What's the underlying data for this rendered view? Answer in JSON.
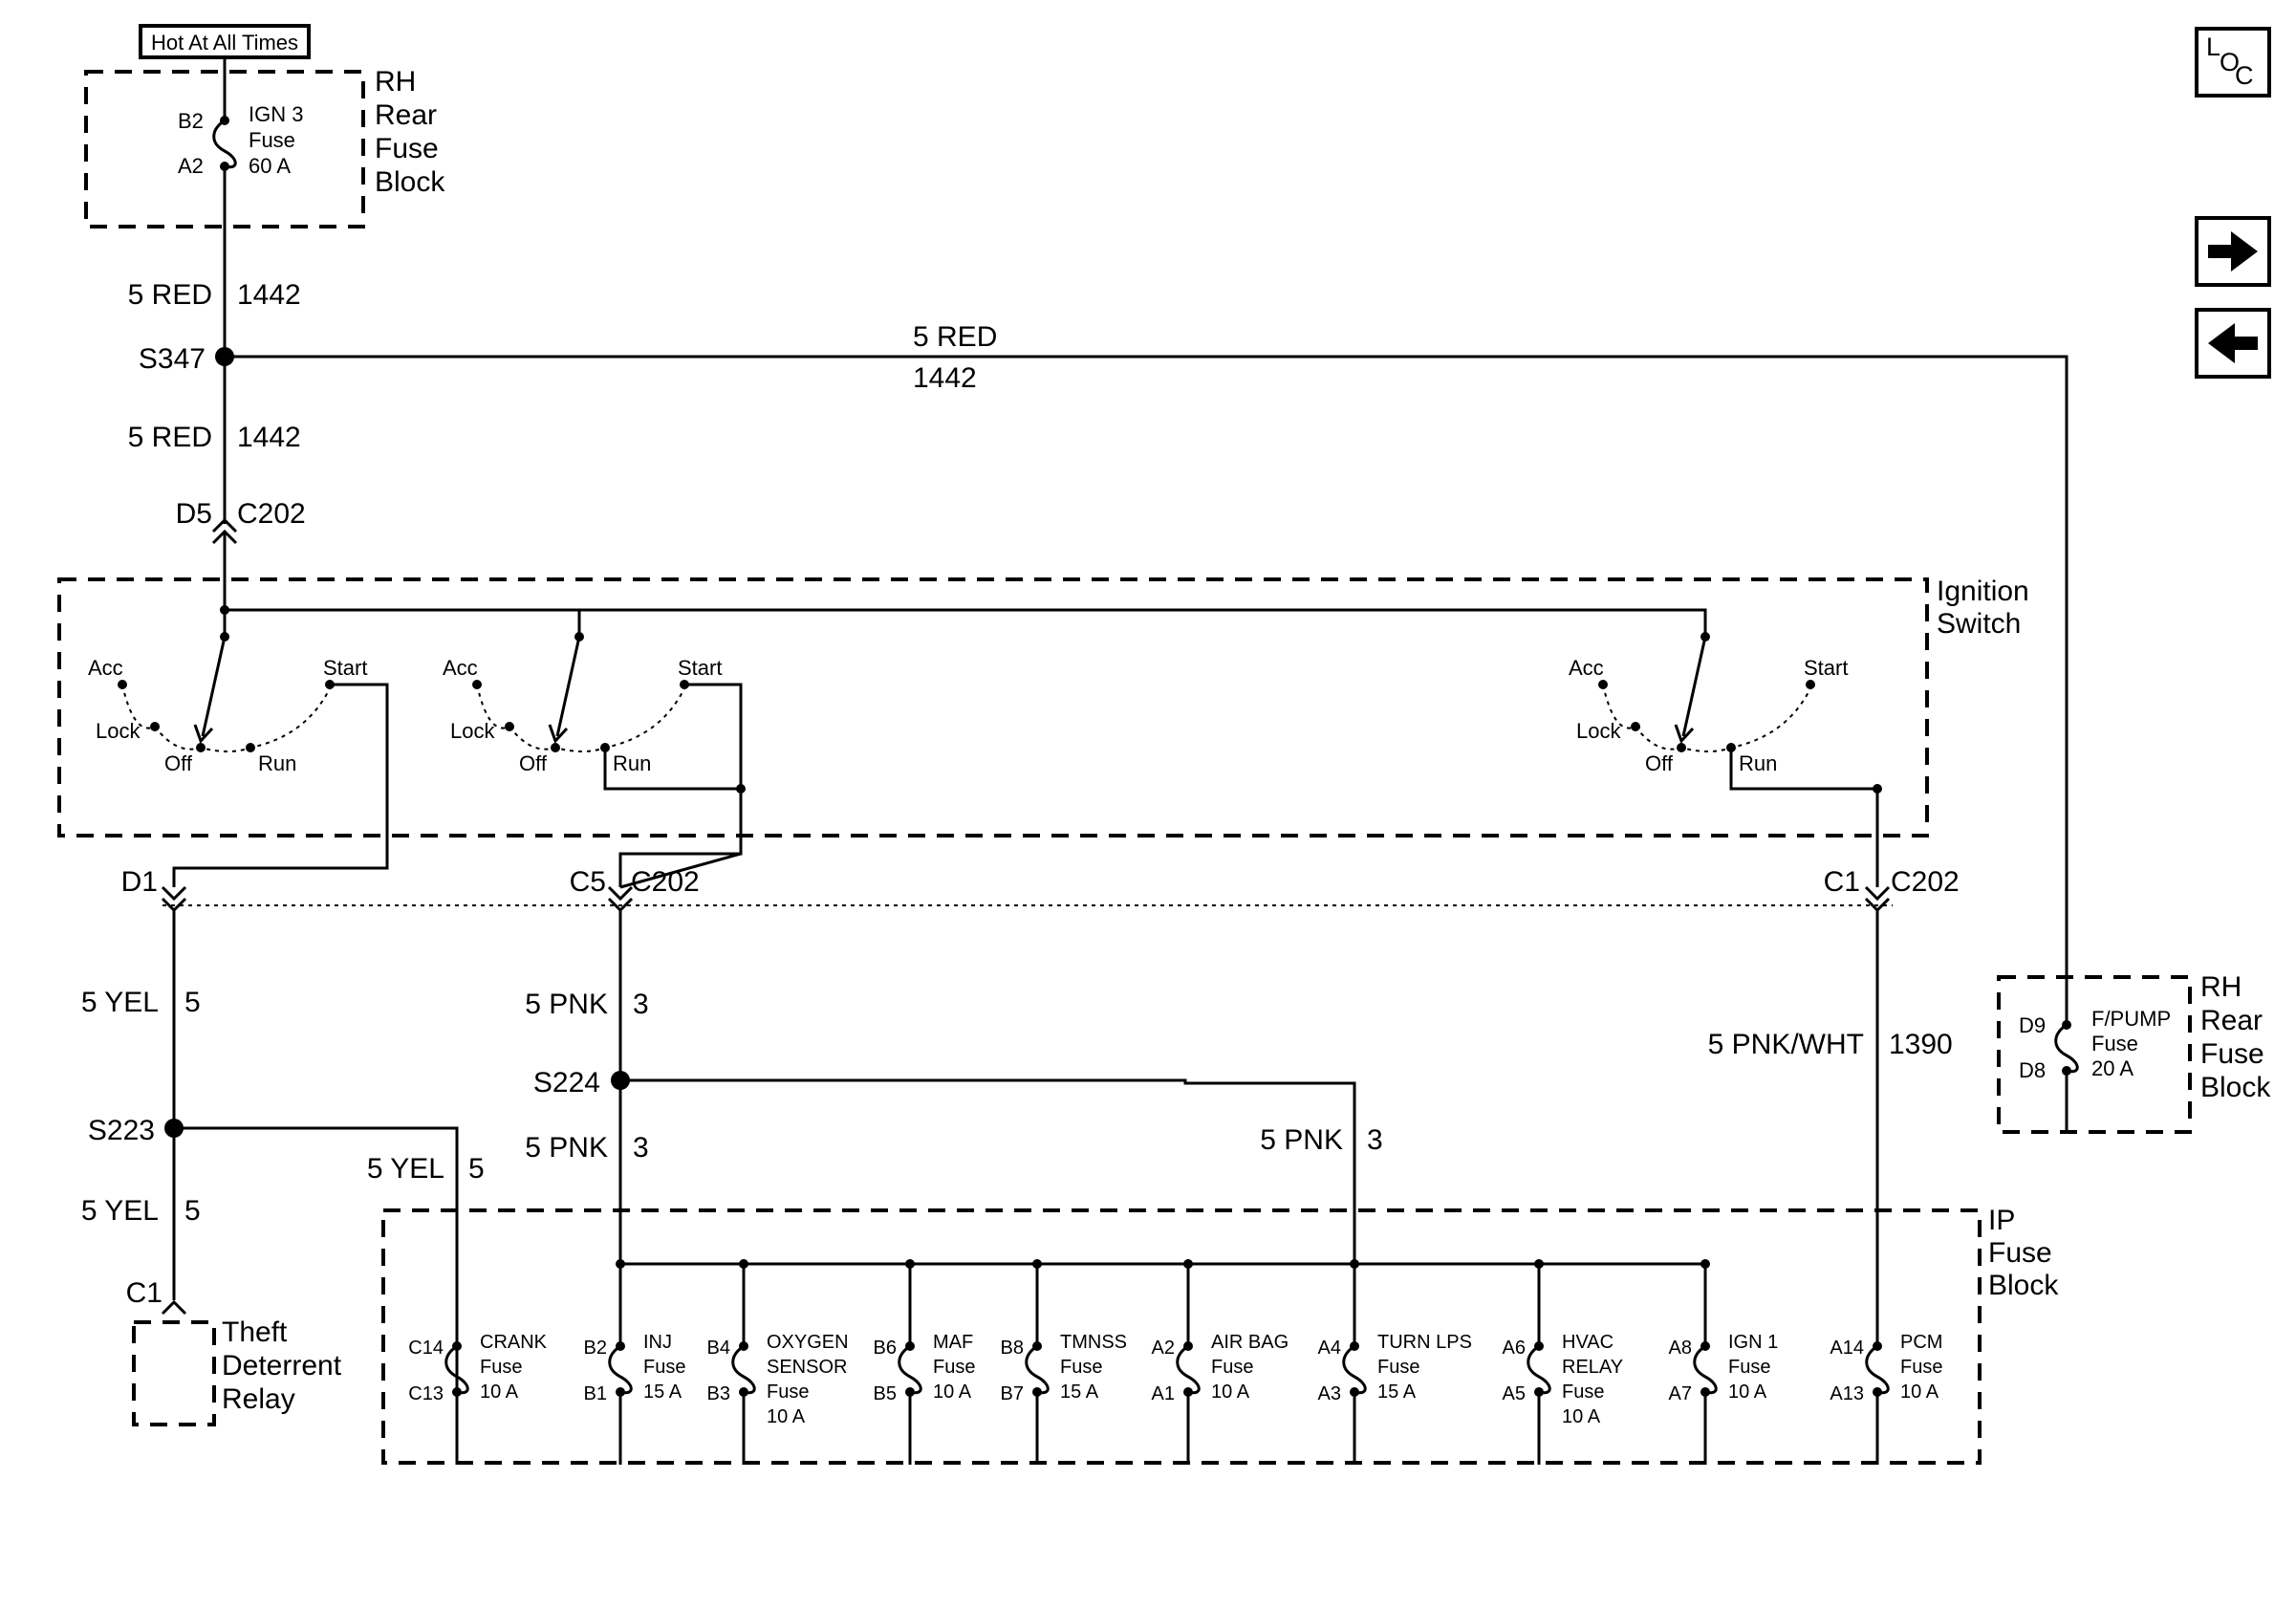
{
  "hot_label": "Hot At All Times",
  "nav": {
    "loc_l": "L",
    "loc_o": "O",
    "loc_c": "C"
  },
  "rear_fuse_top": {
    "name_1": "RH",
    "name_2": "Rear",
    "name_3": "Fuse",
    "name_4": "Block",
    "pin_top": "B2",
    "pin_bot": "A2",
    "fuse_1": "IGN 3",
    "fuse_2": "Fuse",
    "fuse_3": "60 A"
  },
  "wire_1442": {
    "upper_color": "5 RED",
    "upper_circuit": "1442",
    "branch_color": "5 RED",
    "branch_circuit": "1442",
    "lower_color": "5 RED",
    "lower_circuit": "1442"
  },
  "splice_s347": "S347",
  "conn_d5": {
    "pin": "D5",
    "conn": "C202"
  },
  "ignition_switch": {
    "name_1": "Ignition",
    "name_2": "Switch",
    "acc": "Acc",
    "lock": "Lock",
    "off": "Off",
    "run": "Run",
    "start": "Start"
  },
  "conn_d1": "D1",
  "conn_c5": {
    "pin": "C5",
    "conn": "C202"
  },
  "conn_c1": {
    "pin": "C1",
    "conn": "C202"
  },
  "wire_yel": {
    "upper_color": "5 YEL",
    "upper_circuit": "5",
    "branch_color": "5 YEL",
    "branch_circuit": "5",
    "lower_color": "5 YEL",
    "lower_circuit": "5"
  },
  "splice_s223": "S223",
  "relay_pin": "C1",
  "theft_relay": {
    "name_1": "Theft",
    "name_2": "Deterrent",
    "name_3": "Relay"
  },
  "wire_pnk": {
    "upper_color": "5 PNK",
    "upper_circuit": "3",
    "lower_color": "5 PNK",
    "lower_circuit": "3",
    "branch_color": "5 PNK",
    "branch_circuit": "3"
  },
  "splice_s224": "S224",
  "wire_pnkwht": {
    "color": "5 PNK/WHT",
    "circuit": "1390"
  },
  "rear_fuse_right": {
    "name_1": "RH",
    "name_2": "Rear",
    "name_3": "Fuse",
    "name_4": "Block",
    "pin_top": "D9",
    "pin_bot": "D8",
    "fuse_1": "F/PUMP",
    "fuse_2": "Fuse",
    "fuse_3": "20 A"
  },
  "ip_fuse_block": {
    "name_1": "IP",
    "name_2": "Fuse",
    "name_3": "Block"
  },
  "ip_fuses": [
    {
      "pin_top": "C14",
      "pin_bot": "C13",
      "lines": [
        "CRANK",
        "Fuse",
        "10 A"
      ]
    },
    {
      "pin_top": "B2",
      "pin_bot": "B1",
      "lines": [
        "INJ",
        "Fuse",
        "15 A"
      ]
    },
    {
      "pin_top": "B4",
      "pin_bot": "B3",
      "lines": [
        "OXYGEN",
        "SENSOR",
        "Fuse",
        "10 A"
      ]
    },
    {
      "pin_top": "B6",
      "pin_bot": "B5",
      "lines": [
        "MAF",
        "Fuse",
        "10 A"
      ]
    },
    {
      "pin_top": "B8",
      "pin_bot": "B7",
      "lines": [
        "TMNSS",
        "Fuse",
        "15 A"
      ]
    },
    {
      "pin_top": "A2",
      "pin_bot": "A1",
      "lines": [
        "AIR BAG",
        "Fuse",
        "10 A"
      ]
    },
    {
      "pin_top": "A4",
      "pin_bot": "A3",
      "lines": [
        "TURN LPS",
        "Fuse",
        "15 A"
      ]
    },
    {
      "pin_top": "A6",
      "pin_bot": "A5",
      "lines": [
        "HVAC",
        "RELAY",
        "Fuse",
        "10 A"
      ]
    },
    {
      "pin_top": "A8",
      "pin_bot": "A7",
      "lines": [
        "IGN 1",
        "Fuse",
        "10 A"
      ]
    },
    {
      "pin_top": "A14",
      "pin_bot": "A13",
      "lines": [
        "PCM",
        "Fuse",
        "10 A"
      ]
    }
  ]
}
